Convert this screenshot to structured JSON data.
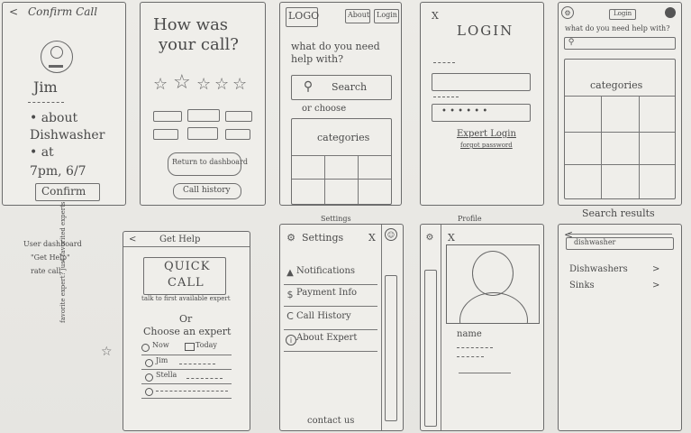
{
  "panels": {
    "confirm": {
      "back": "<",
      "title": "Confirm Call",
      "name": "Jim",
      "line1": "• about",
      "line2": "Dishwasher",
      "line3": "• at",
      "line4": "7pm, 6/7",
      "button": "Confirm"
    },
    "rating": {
      "title1": "How was",
      "title2": "your call?",
      "button1": "Return to dashboard",
      "button2": "Call history"
    },
    "home": {
      "logo": "LOGO",
      "about": "About",
      "login": "Login",
      "question1": "what do you need",
      "question2": "help with?",
      "search": "Search",
      "or": "or choose",
      "categories": "categories"
    },
    "login": {
      "close": "X",
      "title": "LOGIN",
      "password_mask": "• • • • • •",
      "expert": "Expert Login",
      "forgot": "forgot password"
    },
    "home2": {
      "login": "Login",
      "question": "what do you need help with?",
      "categories": "categories"
    },
    "note": {
      "line1": "User dashboard",
      "line2": "\"Get Help\"",
      "line3": "rate call"
    },
    "gethelp": {
      "back": "<",
      "title": "Get Help",
      "quick1": "QUICK",
      "quick2": "CALL",
      "quick_note": "talk to first available expert",
      "or": "Or",
      "choose": "Choose an expert",
      "now": "Now",
      "today": "Today",
      "expert1": "Jim",
      "expert2": "Stella"
    },
    "settings": {
      "label": "Settings",
      "title": "Settings",
      "close": "X",
      "items": [
        "Notifications",
        "Payment Info",
        "Call History",
        "About Expert"
      ],
      "contact": "contact us"
    },
    "profile": {
      "label": "Profile",
      "close": "X",
      "name": "name"
    },
    "search": {
      "label": "Search results",
      "back": "<",
      "query": "dishwasher",
      "results": [
        "Dishwashers",
        "Sinks"
      ],
      "arrow": ">"
    }
  },
  "side_note": {
    "line1": "favorite expert?",
    "line2": "just favorited experts"
  }
}
